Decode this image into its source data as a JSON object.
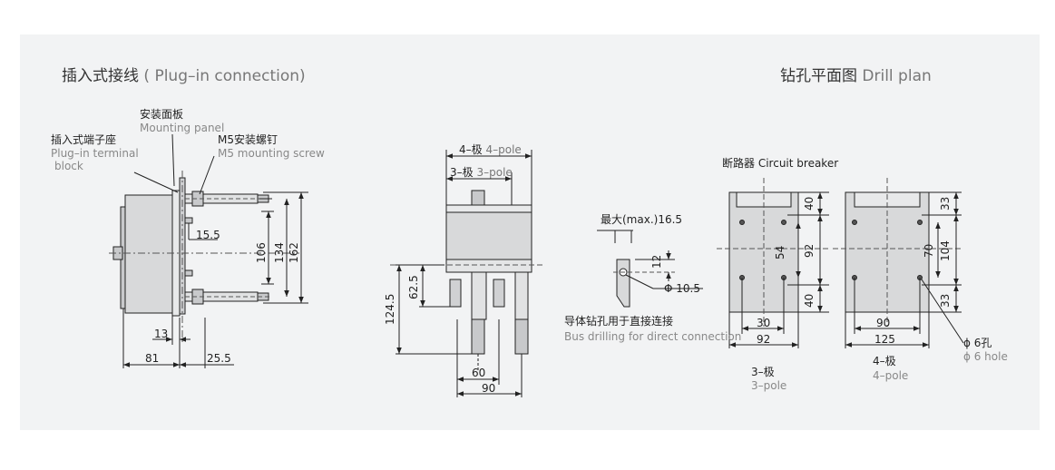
{
  "heading_left": {
    "cn": "插入式接线",
    "en": "( Plug–in connection)"
  },
  "heading_right": {
    "cn": "钻孔平面图",
    "en": "Drill plan"
  },
  "labels": {
    "mounting_panel_cn": "安装面板",
    "mounting_panel_en": "Mounting panel",
    "terminal_block_cn": "插入式端子座",
    "terminal_block_en_1": "Plug–in terminal",
    "terminal_block_en_2": "block",
    "screw_cn": "M5安装螺钉",
    "screw_en": "M5 mounting screw",
    "pole4_cn": "4–极",
    "pole4_en": "4–pole",
    "pole3_cn": "3–极",
    "pole3_en": "3–pole",
    "max_drill": "最大(max.)16.5",
    "direct_cn": "导体钻孔用于直接连接",
    "direct_en": "Bus drilling for direct connection",
    "breaker_cn": "断路器",
    "breaker_en": "Circuit breaker",
    "hole_cn": "ϕ 6孔",
    "hole_en": "ϕ 6 hole",
    "phi_10_5": "Φ 10.5"
  },
  "dims": {
    "d15_5": "15.5",
    "d106": "106",
    "d134": "134",
    "d162": "162",
    "d13": "13",
    "d81": "81",
    "d25_5": "25.5",
    "d62_5": "62.5",
    "d124_5": "124.5",
    "d60": "60",
    "d90": "90",
    "d12": "12",
    "d40a": "40",
    "d54": "54",
    "d92v": "92",
    "d40b": "40",
    "d30": "30",
    "d92h": "92",
    "d33a": "33",
    "d70": "70",
    "d104": "104",
    "d33b": "33",
    "d90r": "90",
    "d125": "125"
  },
  "colors": {
    "panel": "#f2f3f4",
    "line": "#222222",
    "dash": "#555555",
    "part": "#d8d9da",
    "partdark": "#bfc0c2"
  }
}
